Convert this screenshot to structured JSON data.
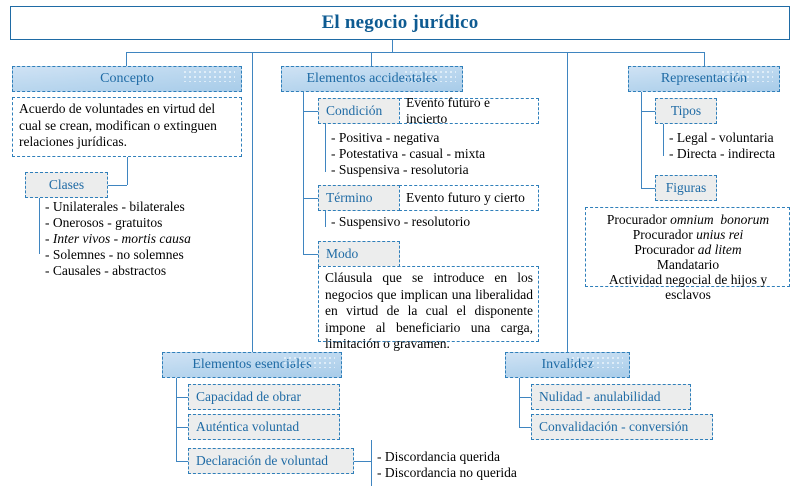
{
  "title": {
    "text": "El negocio jurídico"
  },
  "branches": {
    "concepto": {
      "label": "Concepto",
      "definition": "Acuerdo de voluntades en virtud del cual se crean, modifican o extinguen relaciones jurídicas.",
      "clases": {
        "label": "Clases",
        "items": [
          "- Unilaterales - bilaterales",
          "- Onerosos - gratuitos",
          "- Inter vivos - mortis causa",
          "- Solemnes - no solemnes",
          "- Causales - abstractos"
        ]
      }
    },
    "accidentales": {
      "label": "Elementos accidentales",
      "condicion": {
        "label": "Condición",
        "definition": "Evento futuro e incierto",
        "items": [
          "- Positiva - negativa",
          "- Potestativa - casual - mixta",
          "- Suspensiva - resolutoria"
        ]
      },
      "termino": {
        "label": "Término",
        "definition": "Evento futuro y cierto",
        "items": [
          "- Suspensivo - resolutorio"
        ]
      },
      "modo": {
        "label": "Modo",
        "definition": "Cláusula que se introduce en los negocios que implican una liberalidad en virtud de la cual el disponente impone al beneficiario una carga, limitación o gravamen."
      }
    },
    "representacion": {
      "label": "Representación",
      "tipos": {
        "label": "Tipos",
        "items": [
          "- Legal - voluntaria",
          "- Directa - indirecta"
        ]
      },
      "figuras": {
        "label": "Figuras",
        "items": [
          "Procurador omnium  bonorum",
          "Procurador unius rei",
          "Procurador ad litem",
          "Mandatario",
          "Actividad negocial de hijos y esclavos"
        ]
      }
    },
    "esenciales": {
      "label": "Elementos esenciales",
      "items": [
        "Capacidad de obrar",
        "Auténtica voluntad",
        "Declaración de voluntad"
      ],
      "declaracion_items": [
        "- Discordancia querida",
        "- Discordancia no querida"
      ]
    },
    "invalidez": {
      "label": "Invalidez",
      "items": [
        "Nulidad - anulabilidad",
        "Convalidación - conversión"
      ]
    }
  },
  "colors": {
    "title_text": "#0e5b92",
    "header_text": "#1f6ba5",
    "line": "#3f85c0",
    "header_fill_top": "#cfe2f4",
    "header_fill_bottom": "#a8cce9",
    "sub_fill": "#eceded",
    "border": "#2f7fba"
  }
}
